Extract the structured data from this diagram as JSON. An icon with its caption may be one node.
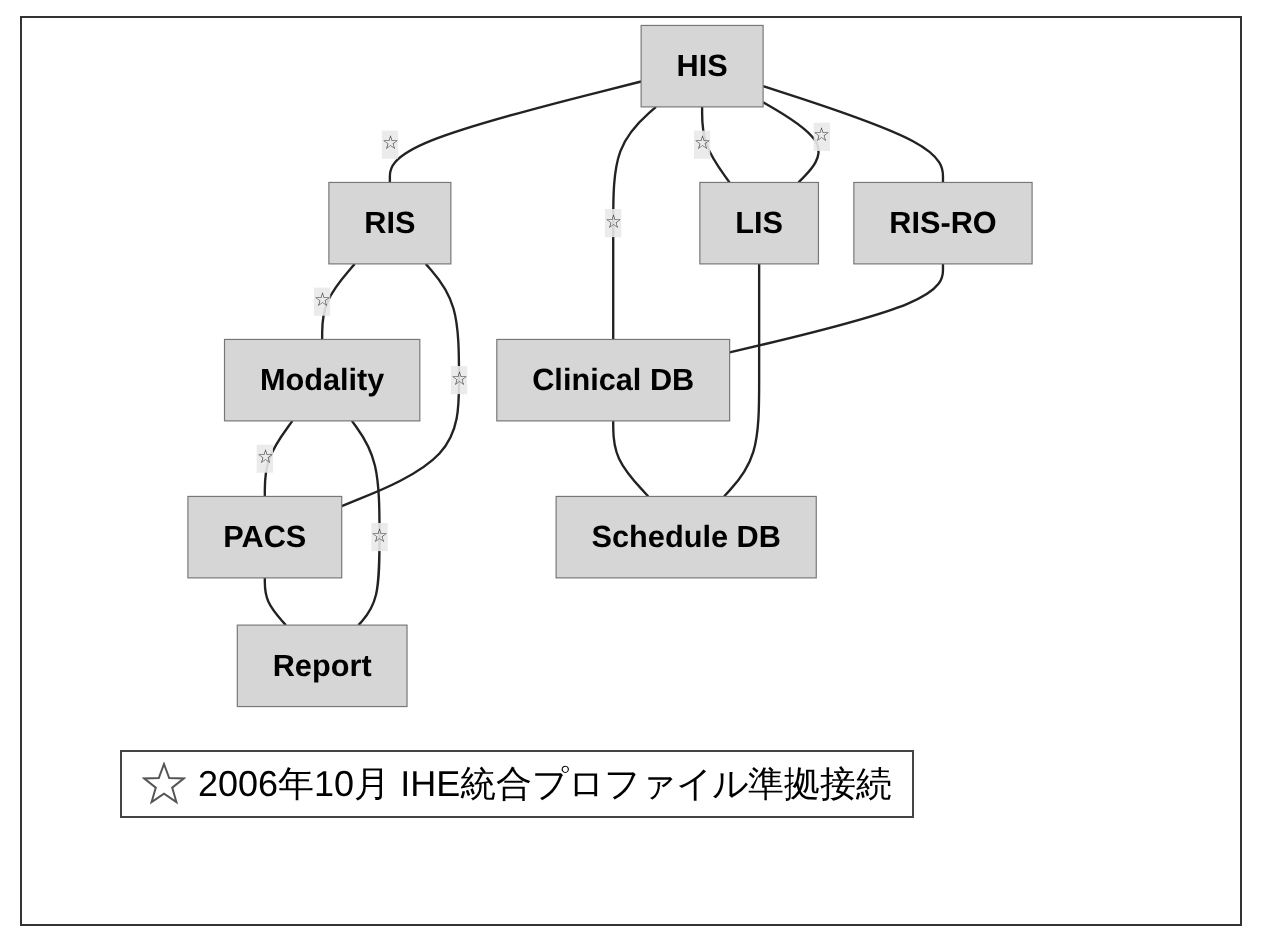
{
  "diagram": {
    "nodes": [
      {
        "text": [
          "HIS"
        ]
      },
      {
        "text": [
          "RIS"
        ]
      },
      {
        "text": [
          "Modality"
        ]
      },
      {
        "text": [
          "LIS"
        ]
      },
      {
        "text": [
          "RIS-RO"
        ]
      },
      {
        "text": [
          "PACS"
        ]
      },
      {
        "text": [
          "Clinical DB"
        ]
      },
      {
        "text": [
          "Schedule DB"
        ]
      },
      {
        "text": [
          "Report"
        ]
      }
    ],
    "edges": [
      {
        "from": 0,
        "to": 1,
        "arrow": "none",
        "label": "☆"
      },
      {
        "from": 1,
        "to": 2,
        "arrow": "none",
        "label": "☆"
      },
      {
        "from": 0,
        "to": 6,
        "arrow": "none",
        "label": "☆"
      },
      {
        "from": 0,
        "to": 3,
        "arrow": "none",
        "label": "☆"
      },
      {
        "from": 0,
        "to": 3,
        "arrow": "none",
        "label": "☆"
      },
      {
        "from": 0,
        "to": 4,
        "arrow": "none"
      },
      {
        "from": 1,
        "to": 5,
        "arrow": "none",
        "label": "☆"
      },
      {
        "from": 2,
        "to": 5,
        "arrow": "none",
        "label": "☆"
      },
      {
        "from": 2,
        "to": 8,
        "arrow": "none",
        "label": "☆"
      },
      {
        "from": 3,
        "to": 7,
        "arrow": "none"
      },
      {
        "from": 4,
        "to": 6,
        "arrow": "none"
      },
      {
        "from": 6,
        "to": 7,
        "arrow": "none"
      },
      {
        "from": 5,
        "to": 8,
        "arrow": "none"
      }
    ],
    "legend": [
      {
        "text": "2006年10月 IHE統合プロファイル準拠接続"
      }
    ]
  }
}
